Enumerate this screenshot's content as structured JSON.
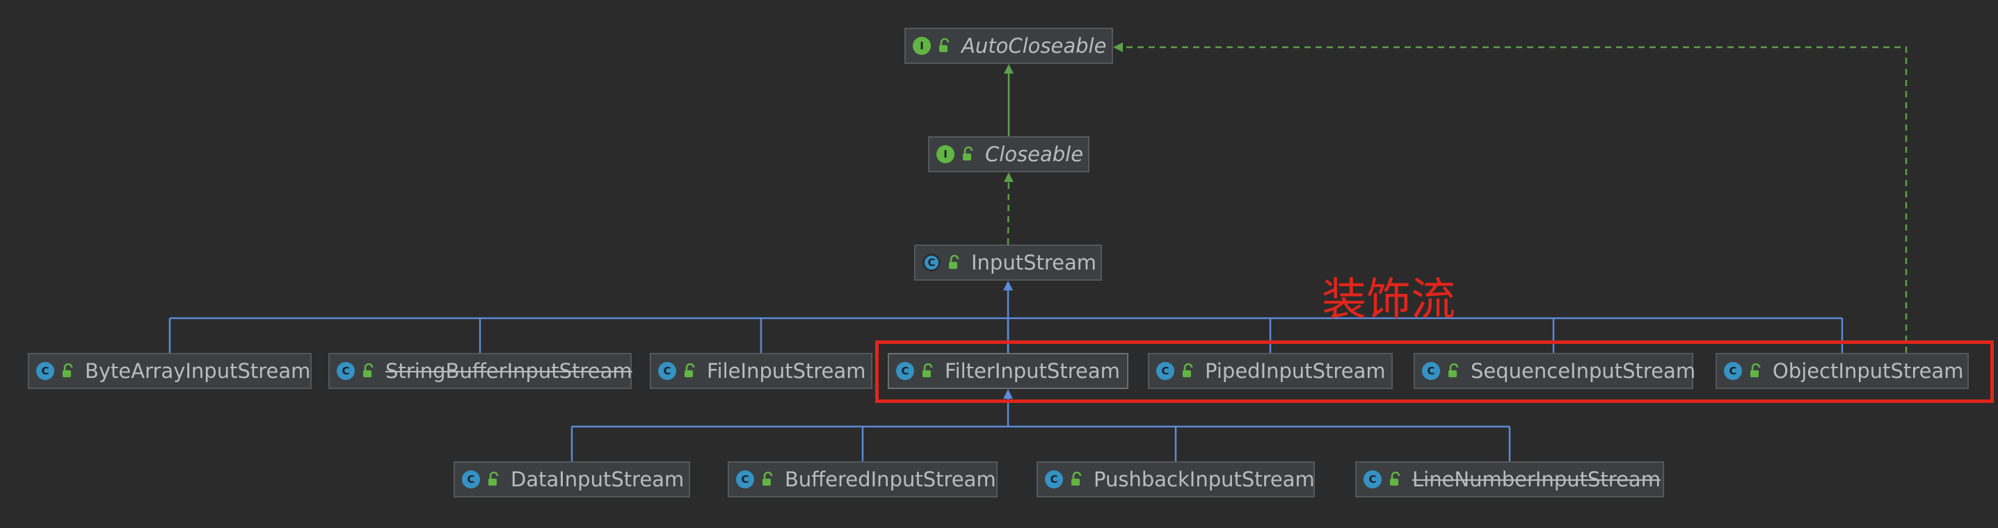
{
  "annotation": {
    "text": "装饰流",
    "color": "#e0251c"
  },
  "colors": {
    "background": "#2b2b2b",
    "node_bg": "#3c3f41",
    "extends_edge": "#5b8bd8",
    "implements_edge": "#5e9e4a"
  },
  "nodes": [
    {
      "id": "autocloseable",
      "label": "AutoCloseable",
      "kind": "interface",
      "kind_letter": "I",
      "italic": true
    },
    {
      "id": "closeable",
      "label": "Closeable",
      "kind": "interface",
      "kind_letter": "I",
      "italic": true
    },
    {
      "id": "inputstream",
      "label": "InputStream",
      "kind": "abstract",
      "kind_letter": "C"
    },
    {
      "id": "bytearray",
      "label": "ByteArrayInputStream",
      "kind": "class",
      "kind_letter": "C"
    },
    {
      "id": "stringbuffer",
      "label": "StringBufferInputStream",
      "kind": "class",
      "kind_letter": "C",
      "deprecated": true
    },
    {
      "id": "file",
      "label": "FileInputStream",
      "kind": "class",
      "kind_letter": "C"
    },
    {
      "id": "filter",
      "label": "FilterInputStream",
      "kind": "class",
      "kind_letter": "C"
    },
    {
      "id": "piped",
      "label": "PipedInputStream",
      "kind": "class",
      "kind_letter": "C"
    },
    {
      "id": "sequence",
      "label": "SequenceInputStream",
      "kind": "class",
      "kind_letter": "C"
    },
    {
      "id": "object",
      "label": "ObjectInputStream",
      "kind": "class",
      "kind_letter": "C"
    },
    {
      "id": "data",
      "label": "DataInputStream",
      "kind": "class",
      "kind_letter": "C"
    },
    {
      "id": "buffered",
      "label": "BufferedInputStream",
      "kind": "class",
      "kind_letter": "C"
    },
    {
      "id": "pushback",
      "label": "PushbackInputStream",
      "kind": "class",
      "kind_letter": "C"
    },
    {
      "id": "linenumber",
      "label": "LineNumberInputStream",
      "kind": "class",
      "kind_letter": "C",
      "deprecated": true
    }
  ],
  "edges": [
    {
      "from": "closeable",
      "to": "autocloseable",
      "type": "extends-interface"
    },
    {
      "from": "inputstream",
      "to": "closeable",
      "type": "implements"
    },
    {
      "from": "bytearray",
      "to": "inputstream",
      "type": "extends"
    },
    {
      "from": "stringbuffer",
      "to": "inputstream",
      "type": "extends"
    },
    {
      "from": "file",
      "to": "inputstream",
      "type": "extends"
    },
    {
      "from": "filter",
      "to": "inputstream",
      "type": "extends"
    },
    {
      "from": "piped",
      "to": "inputstream",
      "type": "extends"
    },
    {
      "from": "sequence",
      "to": "inputstream",
      "type": "extends"
    },
    {
      "from": "object",
      "to": "inputstream",
      "type": "extends"
    },
    {
      "from": "object",
      "to": "autocloseable",
      "type": "implements"
    },
    {
      "from": "data",
      "to": "filter",
      "type": "extends"
    },
    {
      "from": "buffered",
      "to": "filter",
      "type": "extends"
    },
    {
      "from": "pushback",
      "to": "filter",
      "type": "extends"
    },
    {
      "from": "linenumber",
      "to": "filter",
      "type": "extends"
    }
  ]
}
